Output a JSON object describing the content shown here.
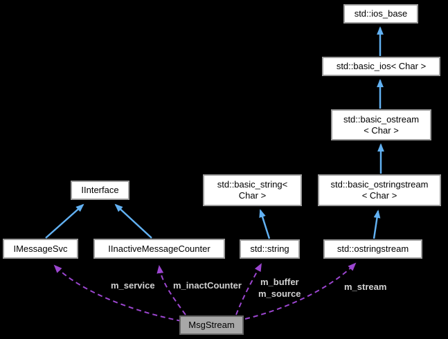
{
  "nodes": {
    "ios_base": {
      "label": "std::ios_base"
    },
    "basic_ios": {
      "label": "std::basic_ios< Char >"
    },
    "basic_ostream": {
      "line1": "std::basic_ostream",
      "line2": "< Char >"
    },
    "basic_ostringstream": {
      "line1": "std::basic_ostringstream",
      "line2": "< Char >"
    },
    "ostringstream": {
      "label": "std::ostringstream"
    },
    "iinterface": {
      "label": "IInterface"
    },
    "imessagesvc": {
      "label": "IMessageSvc"
    },
    "iinactive_message_counter": {
      "label": "IInactiveMessageCounter"
    },
    "basic_string": {
      "line1": "std::basic_string<",
      "line2": "Char >"
    },
    "string": {
      "label": "std::string"
    },
    "msgstream": {
      "label": "MsgStream"
    }
  },
  "edge_labels": {
    "m_service": "m_service",
    "m_inactCounter": "m_inactCounter",
    "m_buffer": "m_buffer",
    "m_source": "m_source",
    "m_stream": "m_stream"
  },
  "colors": {
    "background": "#000000",
    "node_fill": "#ffffff",
    "node_border": "#9d9d9d",
    "node_text": "#000000",
    "current_node_fill": "#a8a8a8",
    "current_node_border": "#646464",
    "inheritance_edge": "#62b1f2",
    "usage_edge": "#9c46d0",
    "edge_label_text": "#d2d2d2"
  }
}
